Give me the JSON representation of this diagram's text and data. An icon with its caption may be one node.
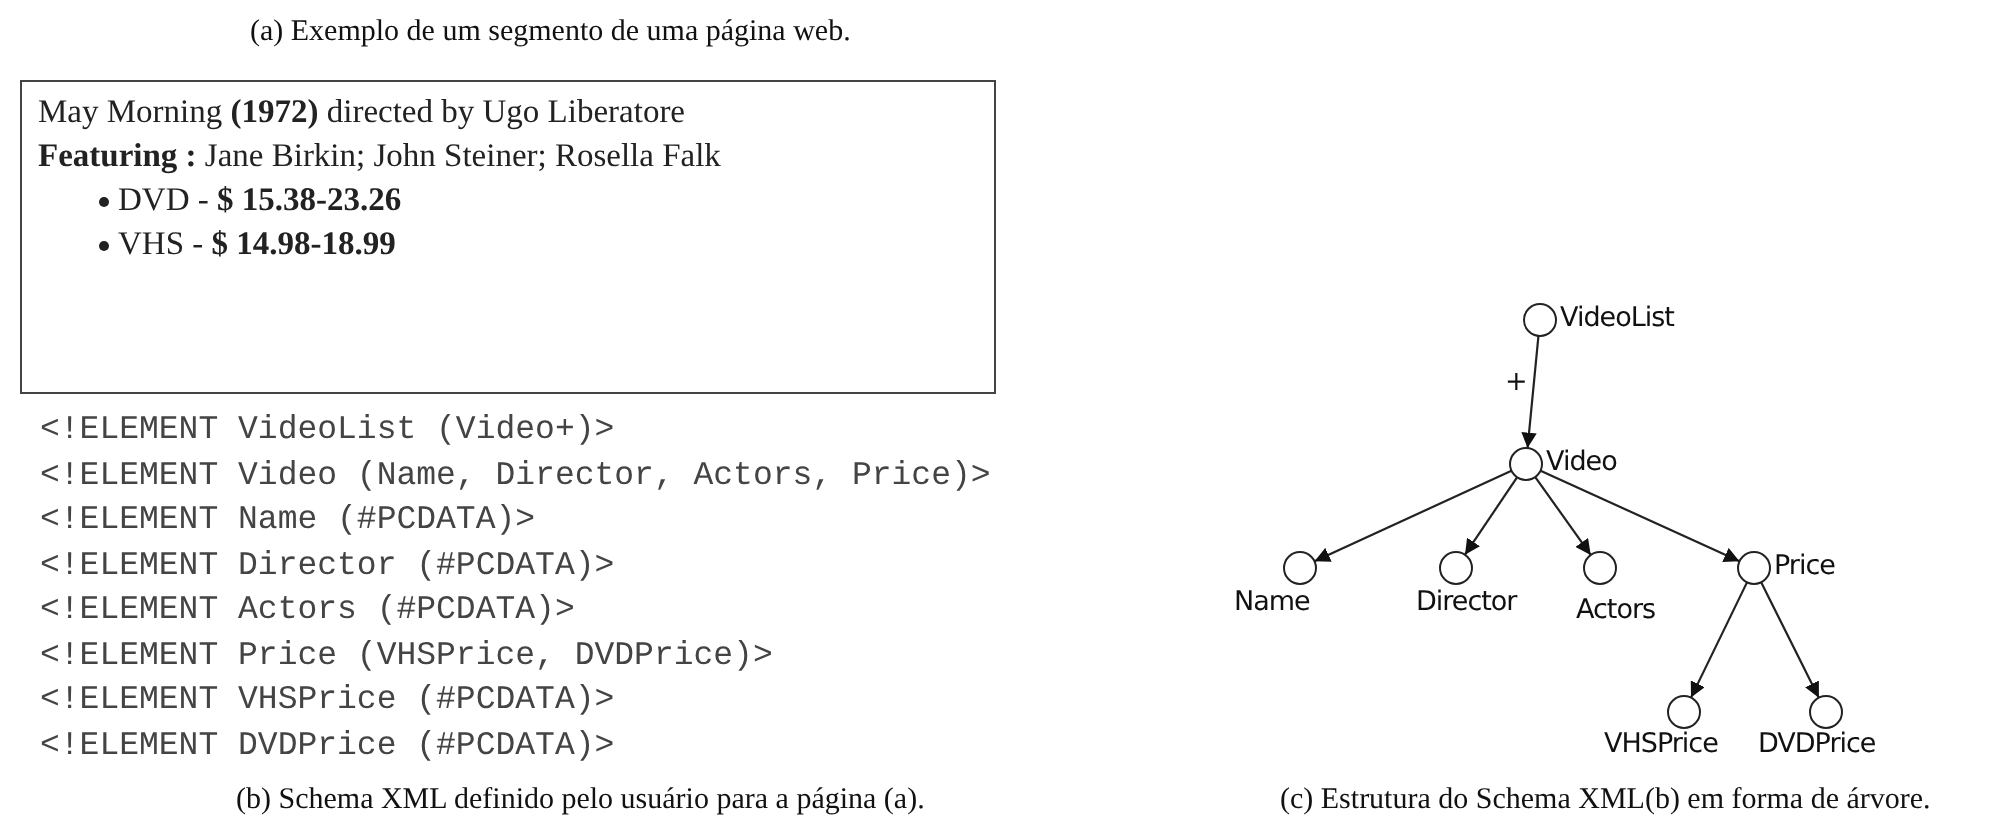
{
  "diagram": {
    "nodes": [
      {
        "text": [
          "May Morning **(1972)** directed by Ugo Liberatore",
          "**Featuring :** Jane Birkin; John Steiner; Rosella Falk",
          "DVD - **$ 15.38-23.26**",
          "VHS - **$ 14.98-18.99**"
        ]
      },
      {
        "text": [
          "VideoList"
        ]
      },
      {
        "text": [
          "Video"
        ]
      },
      {
        "text": [
          "Name"
        ]
      },
      {
        "text": [
          "Director"
        ]
      },
      {
        "text": [
          "Actors"
        ]
      },
      {
        "text": [
          "Price"
        ]
      },
      {
        "text": [
          "VHSPrice"
        ]
      },
      {
        "text": [
          "DVDPrice"
        ]
      }
    ],
    "edges": [
      {
        "from": 1,
        "to": 2,
        "arrow": "to",
        "label": "+"
      },
      {
        "from": 2,
        "to": 3,
        "arrow": "to"
      },
      {
        "from": 2,
        "to": 4,
        "arrow": "to"
      },
      {
        "from": 2,
        "to": 5,
        "arrow": "to"
      },
      {
        "from": 2,
        "to": 6,
        "arrow": "to"
      },
      {
        "from": 6,
        "to": 7,
        "arrow": "to"
      },
      {
        "from": 6,
        "to": 8,
        "arrow": "to"
      }
    ],
    "labels": [
      "(a) Exemplo de um segmento de uma página web.",
      "<!ELEMENT VideoList (Video+)>",
      "<!ELEMENT Video (Name, Director, Actors, Price)>",
      "<!ELEMENT Name (#PCDATA)>",
      "<!ELEMENT Director (#PCDATA)>",
      "<!ELEMENT Actors (#PCDATA)>",
      "<!ELEMENT Price (VHSPrice, DVDPrice)>",
      "<!ELEMENT VHSPrice (#PCDATA)>",
      "<!ELEMENT DVDPrice (#PCDATA)>",
      "(b) Schema XML definido pelo usuário para a página (a).",
      "(c) Estrutura do Schema XML(b) em forma de árvore."
    ]
  }
}
